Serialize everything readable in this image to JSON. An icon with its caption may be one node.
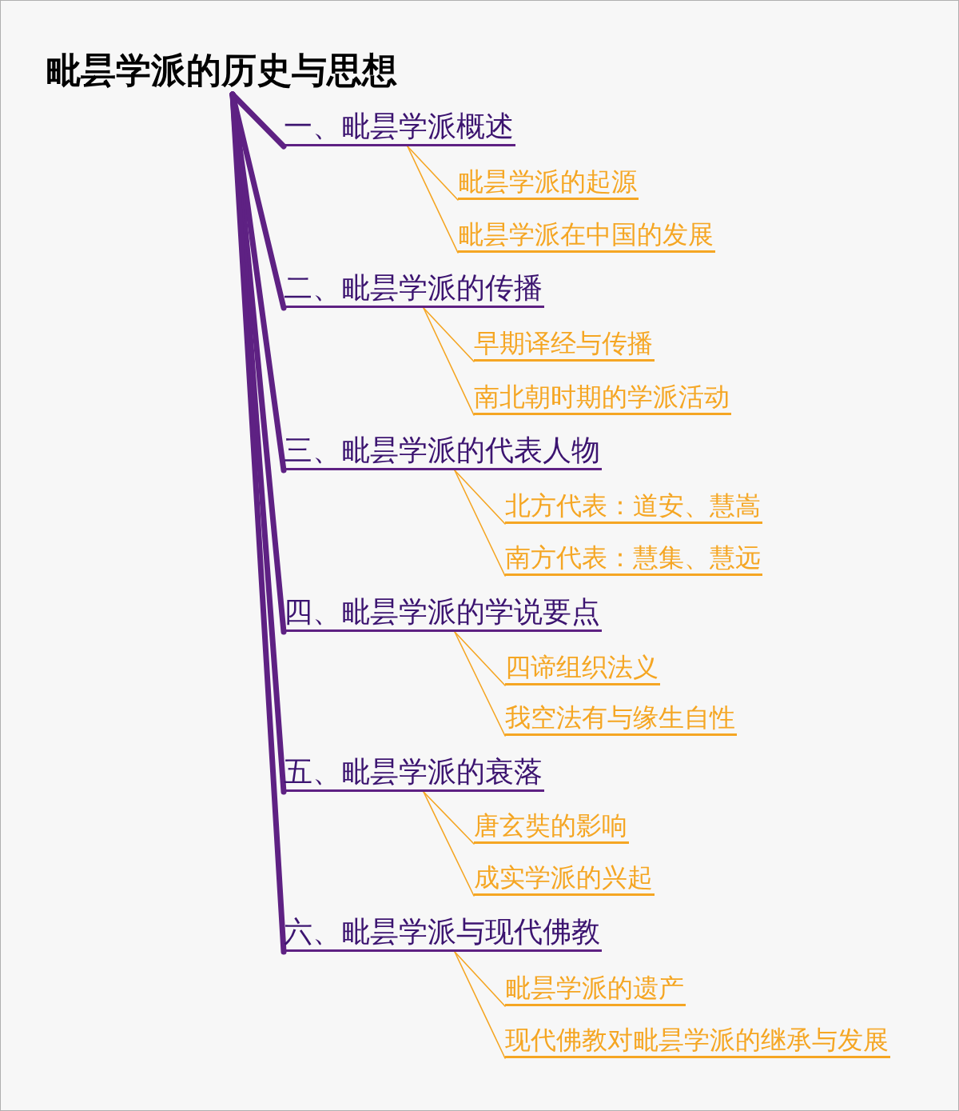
{
  "diagram": {
    "nodes": [
      {
        "text": [
          "毗昙学派的历史与思想"
        ]
      },
      {
        "text": [
          "一、毗昙学派概述"
        ]
      },
      {
        "text": [
          "毗昙学派的起源"
        ]
      },
      {
        "text": [
          "毗昙学派在中国的发展"
        ]
      },
      {
        "text": [
          "二、毗昙学派的传播"
        ]
      },
      {
        "text": [
          "早期译经与传播"
        ]
      },
      {
        "text": [
          "南北朝时期的学派活动"
        ]
      },
      {
        "text": [
          "三、毗昙学派的代表人物"
        ]
      },
      {
        "text": [
          "北方代表：道安、慧嵩"
        ]
      },
      {
        "text": [
          "南方代表：慧集、慧远"
        ]
      },
      {
        "text": [
          "四、毗昙学派的学说要点"
        ]
      },
      {
        "text": [
          "四谛组织法义"
        ]
      },
      {
        "text": [
          "我空法有与缘生自性"
        ]
      },
      {
        "text": [
          "五、毗昙学派的衰落"
        ]
      },
      {
        "text": [
          "唐玄奘的影响"
        ]
      },
      {
        "text": [
          "成实学派的兴起"
        ]
      },
      {
        "text": [
          "六、毗昙学派与现代佛教"
        ]
      },
      {
        "text": [
          "毗昙学派的遗产"
        ]
      },
      {
        "text": [
          "现代佛教对毗昙学派的继承与发展"
        ]
      }
    ],
    "edges": [
      {
        "from": 0,
        "to": 1,
        "arrow": "none",
        "style": "thick",
        "color": "#5e2183"
      },
      {
        "from": 1,
        "to": 2,
        "arrow": "none"
      },
      {
        "from": 1,
        "to": 3,
        "arrow": "none"
      },
      {
        "from": 0,
        "to": 4,
        "arrow": "none",
        "style": "thick",
        "color": "#5e2183"
      },
      {
        "from": 4,
        "to": 5,
        "arrow": "none"
      },
      {
        "from": 4,
        "to": 6,
        "arrow": "none"
      },
      {
        "from": 0,
        "to": 7,
        "arrow": "none",
        "style": "thick",
        "color": "#5e2183"
      },
      {
        "from": 7,
        "to": 8,
        "arrow": "none"
      },
      {
        "from": 7,
        "to": 9,
        "arrow": "none"
      },
      {
        "from": 0,
        "to": 10,
        "arrow": "none",
        "style": "thick",
        "color": "#5e2183"
      },
      {
        "from": 10,
        "to": 11,
        "arrow": "none"
      },
      {
        "from": 10,
        "to": 12,
        "arrow": "none"
      },
      {
        "from": 0,
        "to": 13,
        "arrow": "none",
        "style": "thick",
        "color": "#5e2183"
      },
      {
        "from": 13,
        "to": 14,
        "arrow": "none"
      },
      {
        "from": 13,
        "to": 15,
        "arrow": "none"
      },
      {
        "from": 0,
        "to": 16,
        "arrow": "none",
        "style": "thick",
        "color": "#5e2183"
      },
      {
        "from": 16,
        "to": 17,
        "arrow": "none"
      },
      {
        "from": 16,
        "to": 18,
        "arrow": "none"
      }
    ]
  }
}
